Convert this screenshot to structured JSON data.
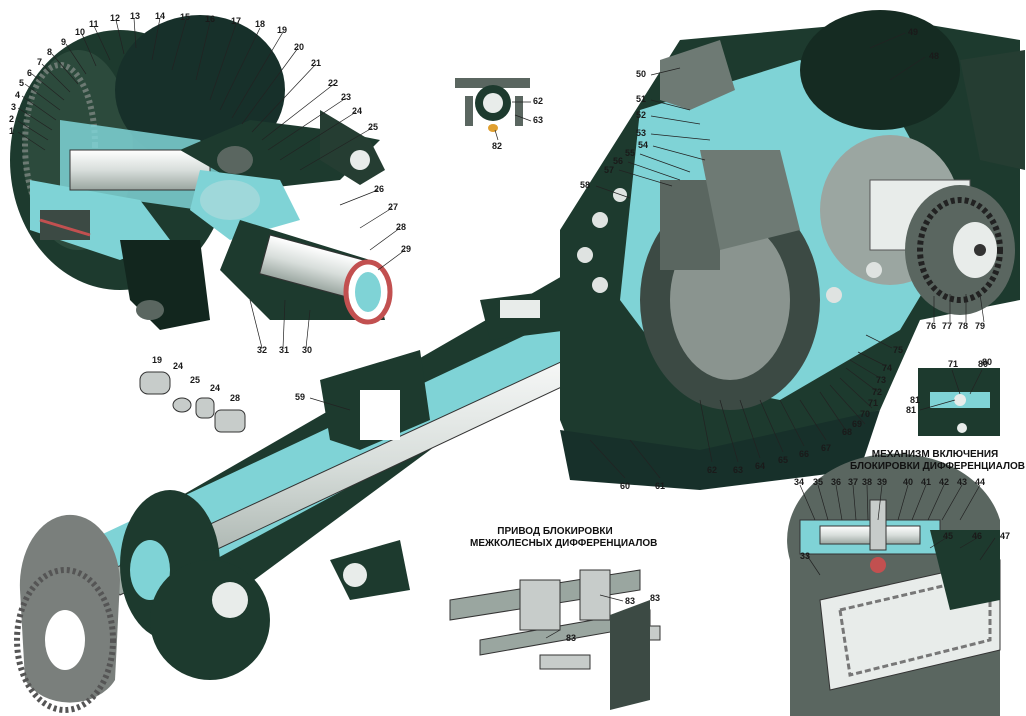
{
  "captions": {
    "diff_lock_mechanism": [
      "МЕХАНИЗМ ВКЛЮЧЕНИЯ",
      "БЛОКИРОВКИ ДИФФЕРЕНЦИАЛОВ"
    ],
    "interwheel_lock_drive": [
      "ПРИВОД БЛОКИРОВКИ",
      "МЕЖКОЛЕСНЫХ ДИФФЕРЕНЦИАЛОВ"
    ]
  },
  "callouts": {
    "n1": "1",
    "n2": "2",
    "n3": "3",
    "n4": "4",
    "n5": "5",
    "n6": "6",
    "n7": "7",
    "n8": "8",
    "n9": "9",
    "n10": "10",
    "n11": "11",
    "n12": "12",
    "n13": "13",
    "n14": "14",
    "n15": "15",
    "n16": "16",
    "n17": "17",
    "n18": "18",
    "n19": "19",
    "n20": "20",
    "n21": "21",
    "n22": "22",
    "n23": "23",
    "n24": "24",
    "n25": "25",
    "n26": "26",
    "n27": "27",
    "n28": "28",
    "n29": "29",
    "n30": "30",
    "n31": "31",
    "n32": "32",
    "n33": "33",
    "n34": "34",
    "n35": "35",
    "n36": "36",
    "n37": "37",
    "n38": "38",
    "n39": "39",
    "n40": "40",
    "n41": "41",
    "n42": "42",
    "n43": "43",
    "n44": "44",
    "n45": "45",
    "n46": "46",
    "n47": "47",
    "n48": "48",
    "n49": "49",
    "n50": "50",
    "n51": "51",
    "n52": "52",
    "n53": "53",
    "n54": "54",
    "n55": "55",
    "n56": "56",
    "n57": "57",
    "n58": "58",
    "n59": "59",
    "n60": "60",
    "n61": "61",
    "n62": "62",
    "n63": "63",
    "n64": "64",
    "n65": "65",
    "n66": "66",
    "n67": "67",
    "n68": "68",
    "n69": "69",
    "n70": "70",
    "n71": "71",
    "n72": "72",
    "n73": "73",
    "n74": "74",
    "n75": "75",
    "n76": "76",
    "n77": "77",
    "n78": "78",
    "n79": "79",
    "n80": "80",
    "n81": "81",
    "n82": "82",
    "n83": "83",
    "i19": "19",
    "i24a": "24",
    "i25": "25",
    "i24b": "24",
    "i28": "28",
    "i62": "62",
    "i63": "63",
    "i71": "71",
    "i80": "80",
    "i81": "81",
    "i83a": "83",
    "i83b": "83"
  },
  "colors": {
    "housing": "#1d3a2e",
    "housing_dark": "#0f2219",
    "cutaway": "#7fd3d6",
    "shaft": "#e8ecea",
    "gear": "#5a6660",
    "line": "#222222"
  }
}
